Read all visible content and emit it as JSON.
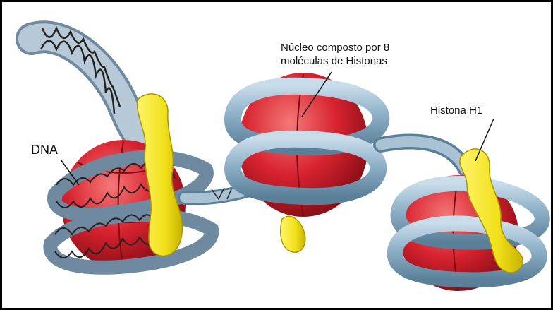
{
  "labels": {
    "dna": "DNA",
    "nucleo_line1": "Núcleo composto por 8",
    "nucleo_line2": "moléculas de Histonas",
    "histona_h1": "Histona H1"
  },
  "icons": [
    "nucleosome",
    "dna-double-helix",
    "histone-octamer",
    "histone-h1",
    "linker-dna"
  ],
  "colors": {
    "histone_core": "#d8232f",
    "histone_highlight": "#f06a6a",
    "dna_tube": "#8fb2c9",
    "dna_tube_dark": "#5a7f98",
    "histone_h1": "#f2e11a",
    "helix_stroke": "#222222"
  }
}
